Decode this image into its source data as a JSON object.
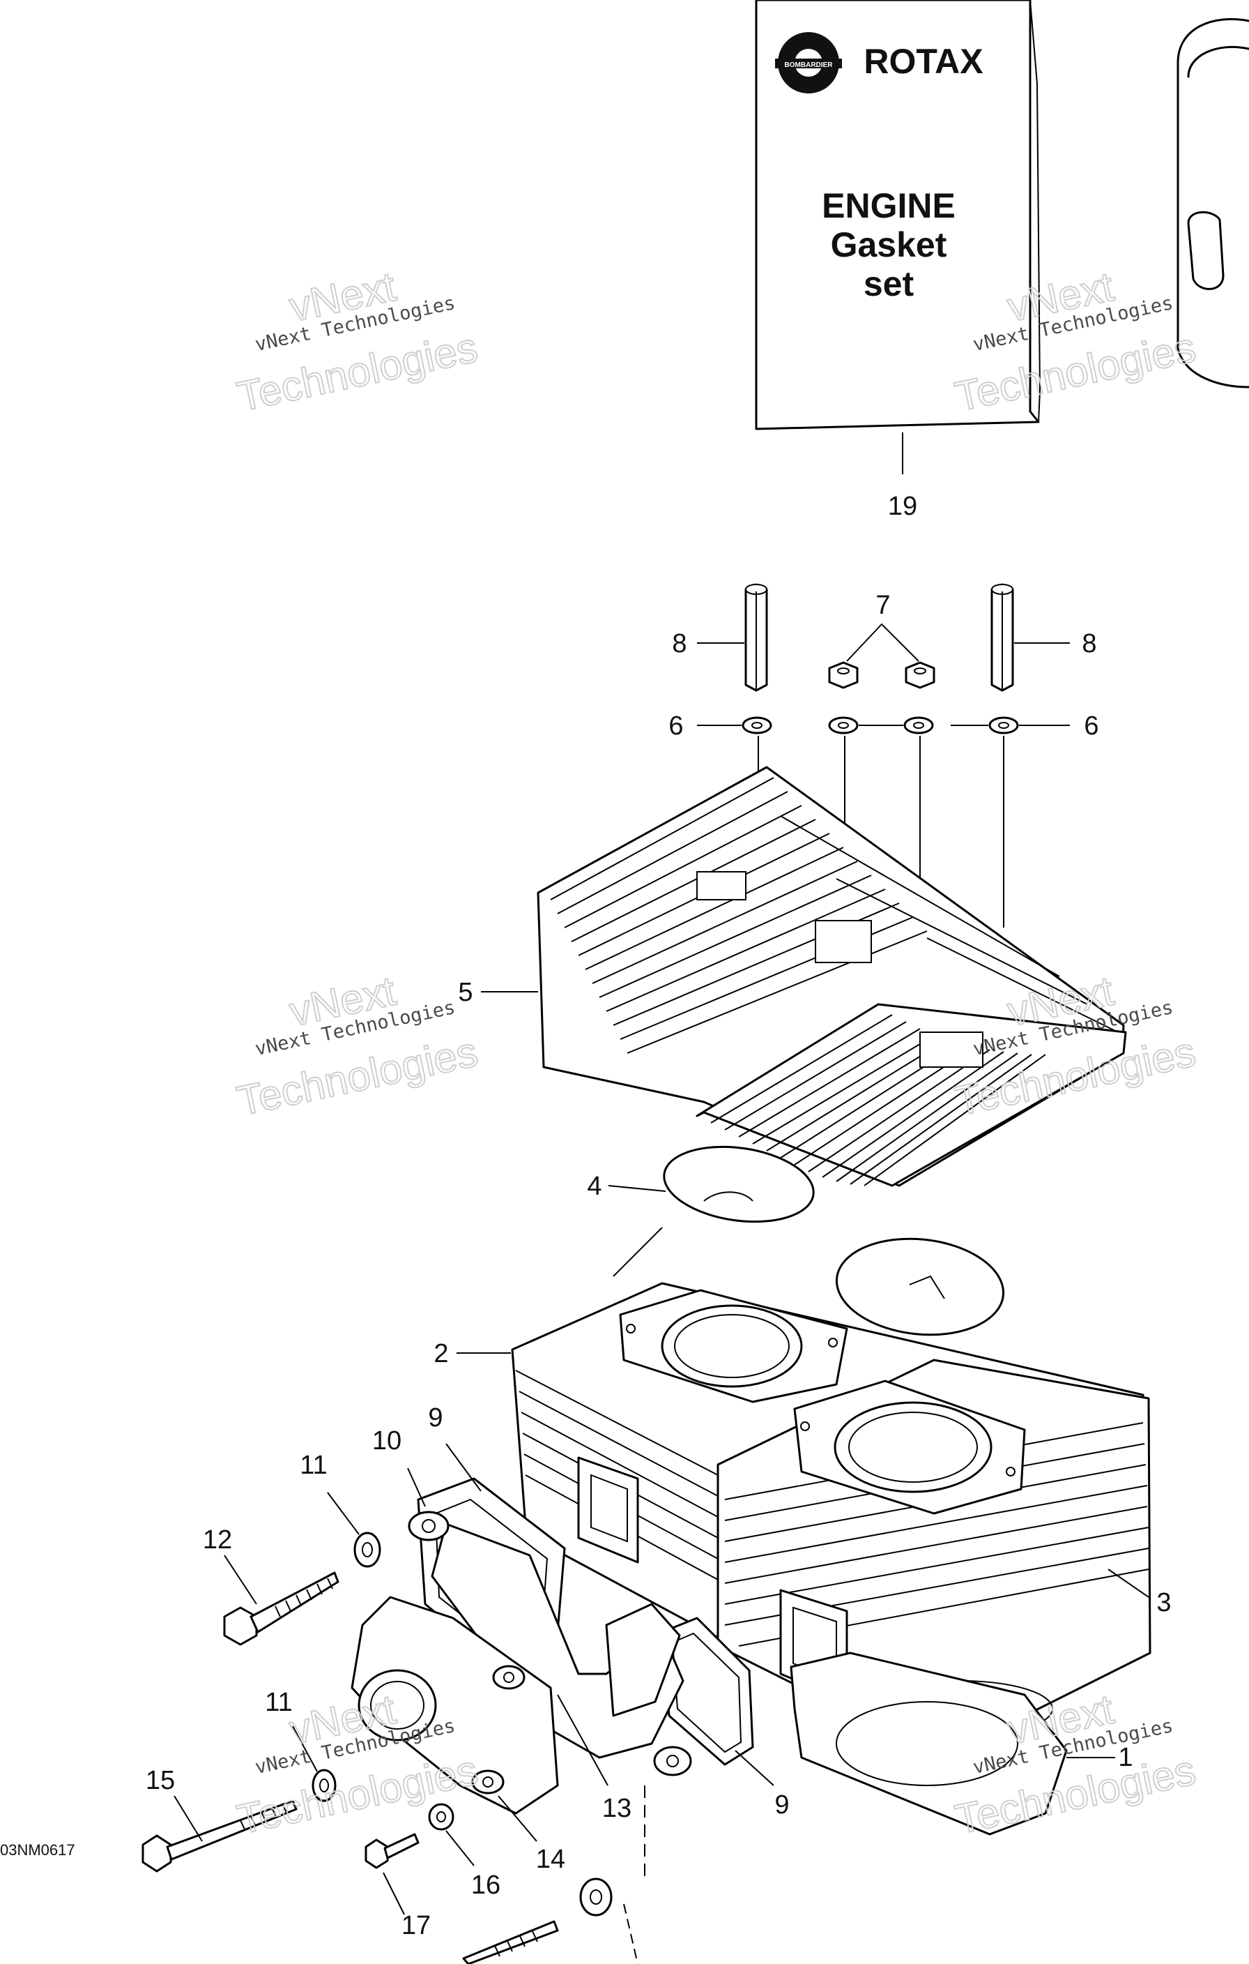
{
  "gasket_box": {
    "brand": "ROTAX",
    "logo_text": "BOMBARDIER",
    "title_line1": "ENGINE",
    "title_line2": "Gasket",
    "title_line3": "set"
  },
  "drawing_code": "03NM0617",
  "watermark": {
    "line1": "vNext",
    "line2": "vNext Technologies",
    "line3": "Technologies"
  },
  "callouts": {
    "c1": "1",
    "c2": "2",
    "c3": "3",
    "c4": "4",
    "c5": "5",
    "c6a": "6",
    "c6b": "6",
    "c7": "7",
    "c8a": "8",
    "c8b": "8",
    "c9a": "9",
    "c9b": "9",
    "c10": "10",
    "c11a": "11",
    "c11b": "11",
    "c12": "12",
    "c13": "13",
    "c14": "14",
    "c15": "15",
    "c16": "16",
    "c17": "17",
    "c19": "19"
  },
  "icons": [
    "rotax-logo-icon",
    "gasket-set-box-icon",
    "cylinder-sleeve-icon",
    "cylinder-head-icon",
    "cylinder-block-icon",
    "stud-icon",
    "nut-icon",
    "washer-icon",
    "exhaust-manifold-icon",
    "bolt-icon"
  ]
}
